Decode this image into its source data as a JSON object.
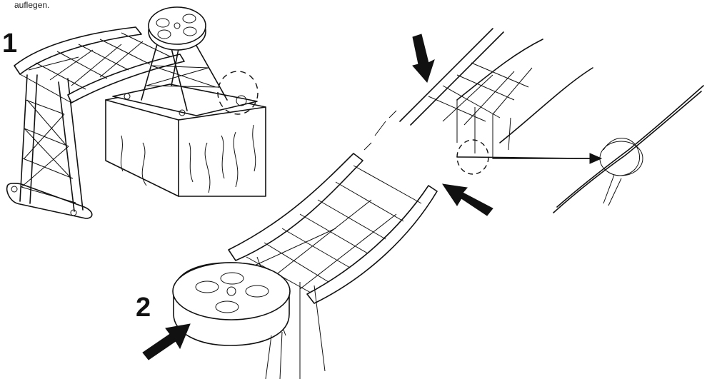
{
  "caption": "auflegen.",
  "step_labels": {
    "one": "1",
    "two": "2"
  },
  "colors": {
    "ink": "#111111",
    "background": "#ffffff"
  }
}
